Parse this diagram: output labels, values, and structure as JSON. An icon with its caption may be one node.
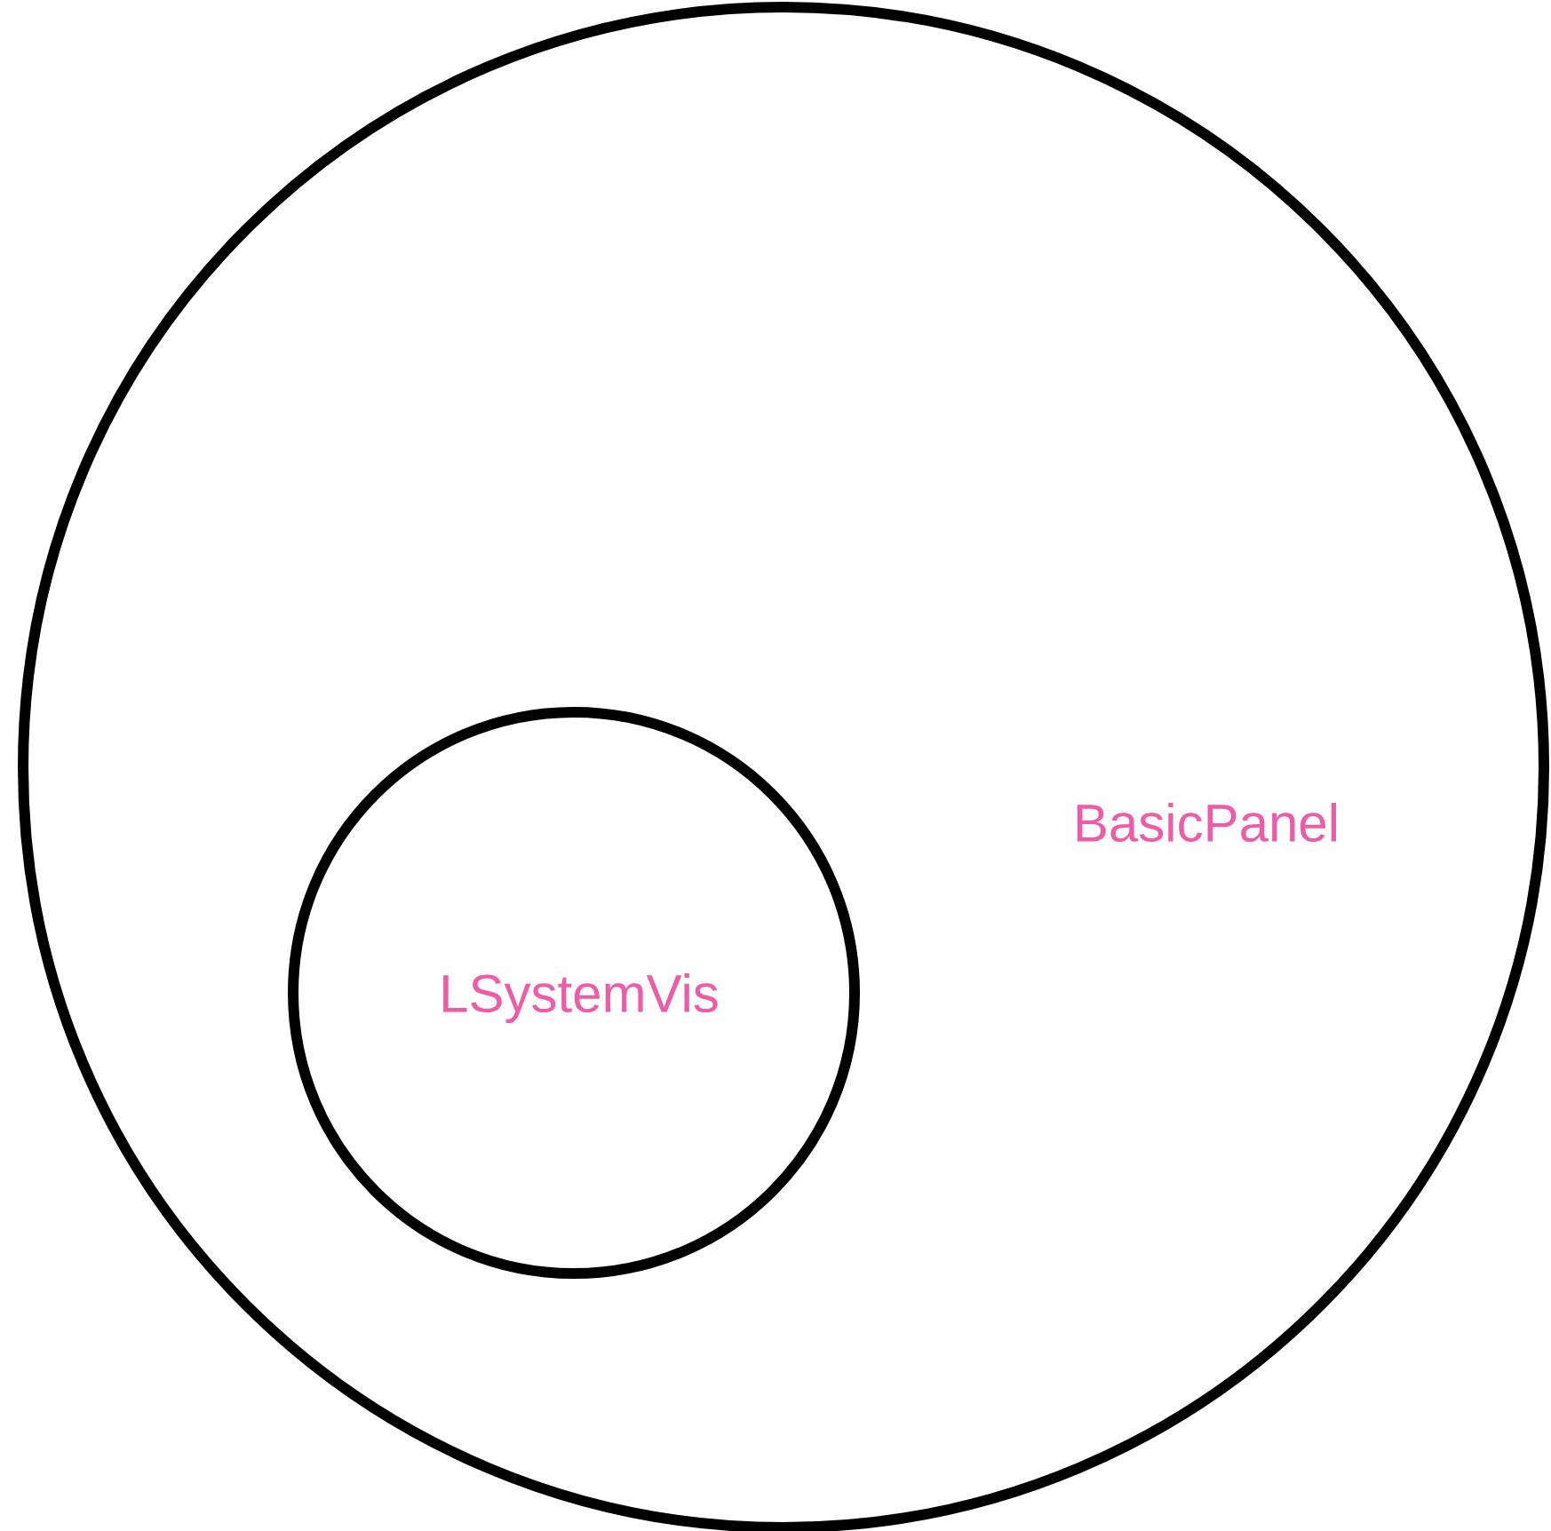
{
  "diagram": {
    "nodes": [
      {
        "text": [
          "BasicPanel"
        ]
      },
      {
        "text": [
          "LSystemVis"
        ],
        "in": 0
      }
    ]
  }
}
